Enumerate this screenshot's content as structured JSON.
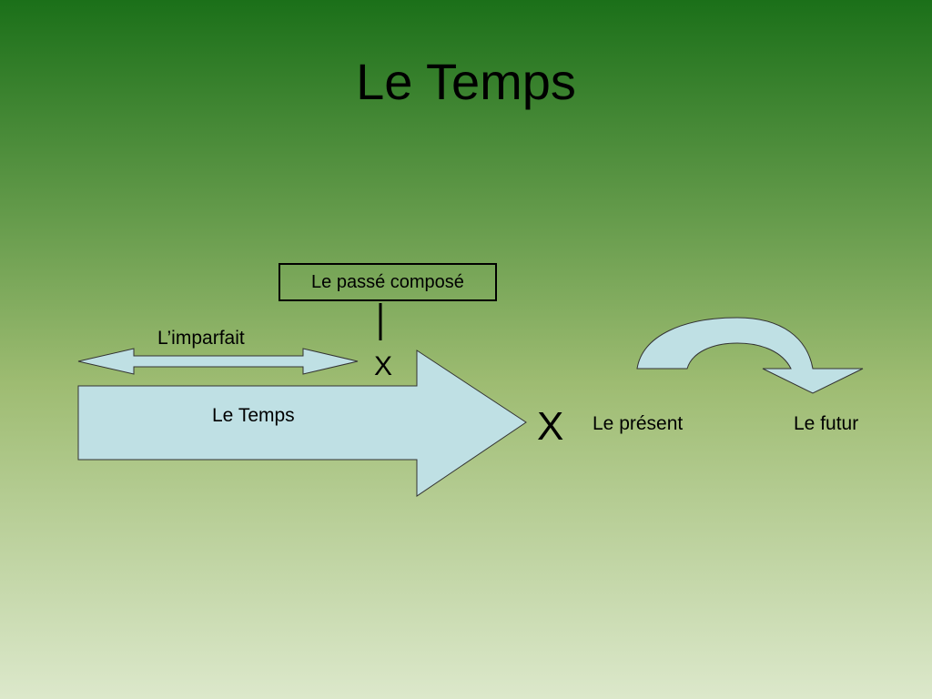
{
  "slide": {
    "title": "Le Temps",
    "background_top": "#1B7019",
    "background_mid": "#9EBC72",
    "background_bottom": "#DCE8CB"
  },
  "diagram": {
    "shape_fill": "#BFE0E4",
    "big_arrow_label": "Le Temps",
    "double_arrow_label": "L’imparfait",
    "passe_compose_label": "Le passé composé",
    "marker_small": "X",
    "marker_large": "X",
    "present_label": "Le présent",
    "futur_label": "Le futur"
  }
}
